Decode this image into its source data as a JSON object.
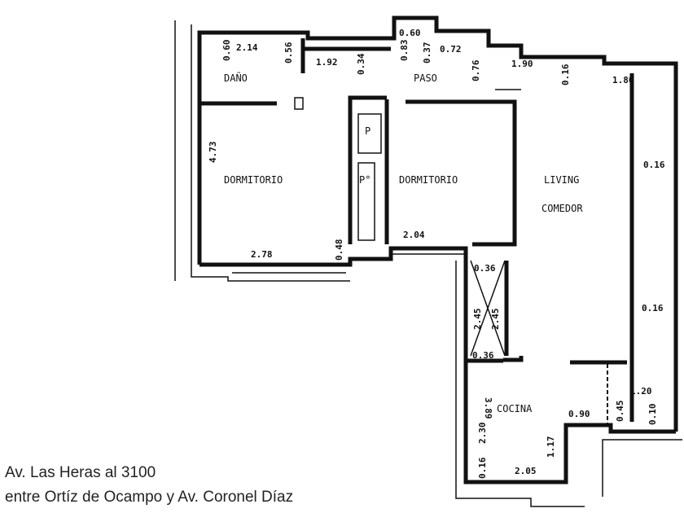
{
  "rooms": {
    "bath": "DAÑO",
    "hall": "PASO",
    "bedroom1": "DORMITORIO",
    "bedroom2": "DORMITORIO",
    "living1": "LIVING",
    "living2": "COMEDOR",
    "kitchen": "COCINA",
    "closet1": "P",
    "closet2": "P°"
  },
  "dimensions": [
    "0.60",
    "2.14",
    "0.56",
    "1.92",
    "0.34",
    "0.60",
    "0.83",
    "0.37",
    "0.72",
    "0.76",
    "1.90",
    "0.16",
    "1.80",
    "4.73",
    "0.16",
    "2.78",
    "0.48",
    "2.04",
    "0.36",
    "2.45",
    "2.45",
    "0.36",
    "0.16",
    "1.20",
    "0.90",
    "0.45",
    "0.10",
    "3.89",
    "2.30",
    "1.17",
    "0.16",
    "2.05"
  ],
  "caption": {
    "line1": "Av. Las Heras al 3100",
    "line2": "entre Ortíz de Ocampo y Av. Coronel Díaz"
  }
}
